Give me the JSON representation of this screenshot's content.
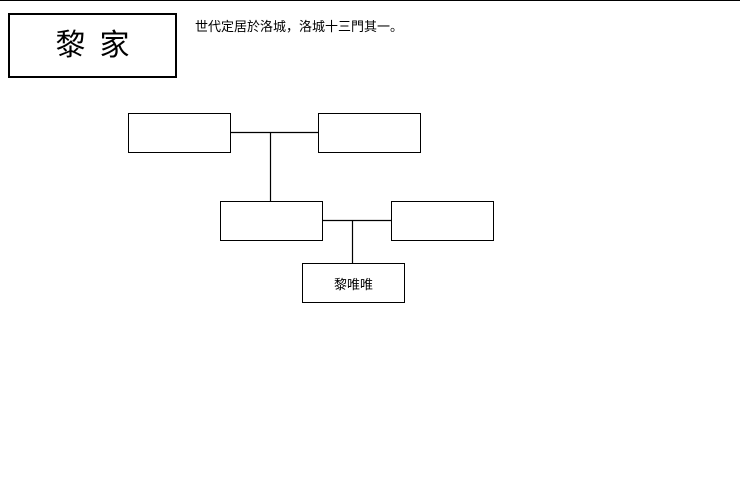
{
  "header": {
    "family_name": "黎家",
    "description": "世代定居於洛城，洛城十三門其一。"
  },
  "tree": {
    "grandparent_1": "",
    "grandparent_2": "",
    "parent_1": "",
    "parent_2": "",
    "child": "黎唯唯"
  }
}
